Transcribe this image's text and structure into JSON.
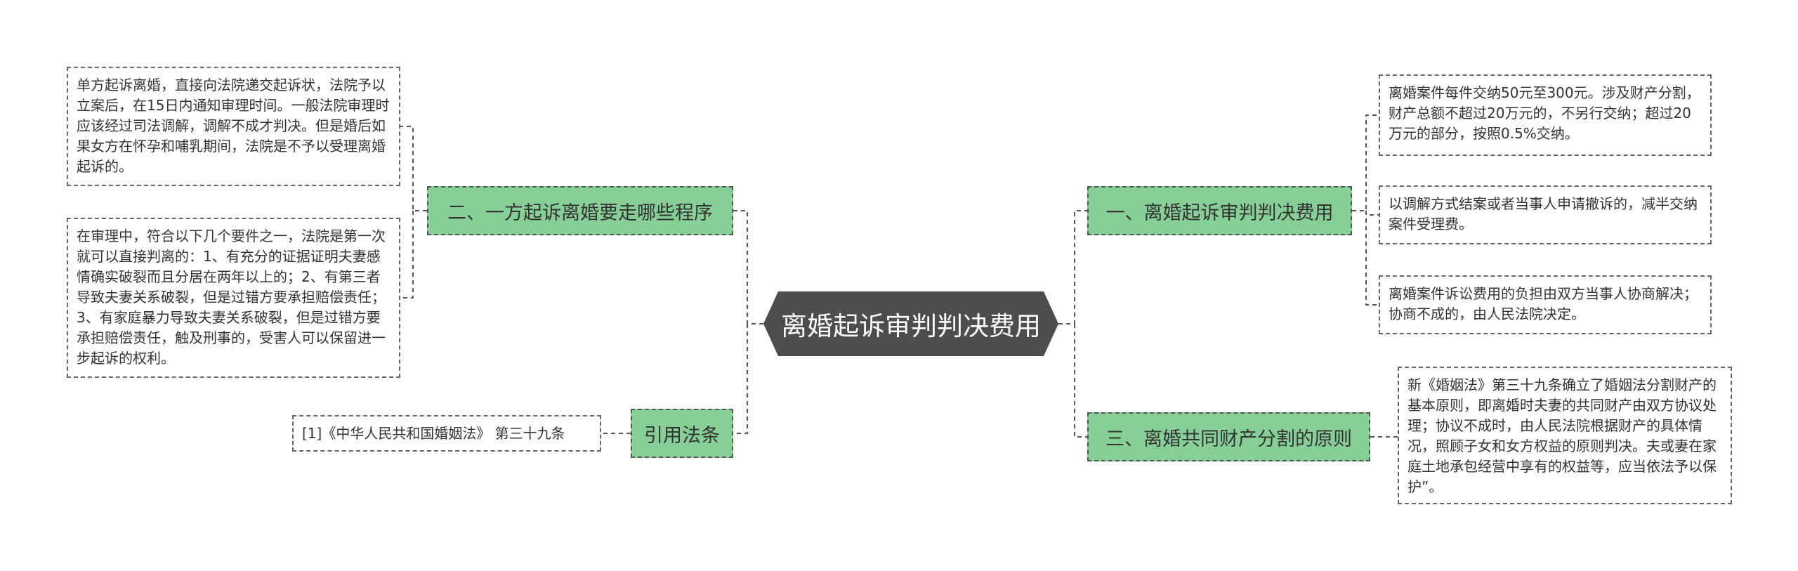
{
  "root": {
    "title": "离婚起诉审判判决费用"
  },
  "branches": {
    "b1": {
      "label": "一、离婚起诉审判判决费用"
    },
    "b2": {
      "label": "二、一方起诉离婚要走哪些程序"
    },
    "b3": {
      "label": "三、离婚共同财产分割的原则"
    },
    "b4": {
      "label": "引用法条"
    }
  },
  "leaves": {
    "b1_1": "离婚案件每件交纳50元至300元。涉及财产分割，财产总额不超过20万元的，不另行交纳；超过20万元的部分，按照0.5%交纳。",
    "b1_2": "以调解方式结案或者当事人申请撤诉的，减半交纳案件受理费。",
    "b1_3": "离婚案件诉讼费用的负担由双方当事人协商解决；协商不成的，由人民法院决定。",
    "b2_1": "单方起诉离婚，直接向法院递交起诉状，法院予以立案后，在15日内通知审理时间。一般法院审理时应该经过司法调解，调解不成才判决。但是婚后如果女方在怀孕和哺乳期间，法院是不予以受理离婚起诉的。",
    "b2_2": "在审理中，符合以下几个要件之一，法院是第一次就可以直接判离的：1、有充分的证据证明夫妻感情确实破裂而且分居在两年以上的；2、有第三者导致夫妻关系破裂，但是过错方要承担赔偿责任；3、有家庭暴力导致夫妻关系破裂，但是过错方要承担赔偿责任，触及刑事的，受害人可以保留进一步起诉的权利。",
    "b3_1": "新《婚姻法》第三十九条确立了婚姻法分割财产的基本原则，即离婚时夫妻的共同财产由双方协议处理；协议不成时，由人民法院根据财产的具体情况，照顾子女和女方权益的原则判决。夫或妻在家庭土地承包经营中享有的权益等，应当依法予以保护”。",
    "b4_1": "[1]《中华人民共和国婚姻法》 第三十九条"
  }
}
